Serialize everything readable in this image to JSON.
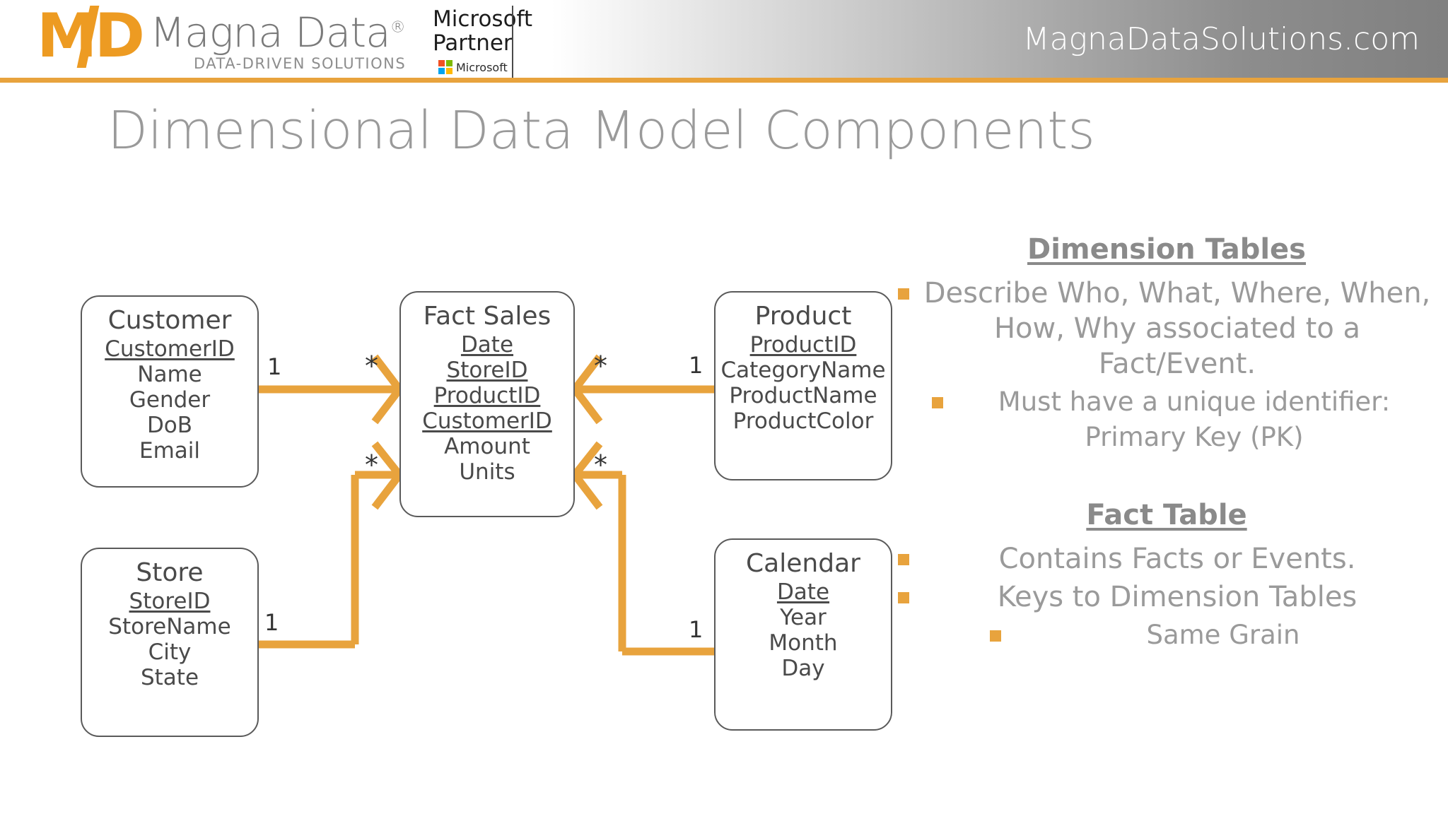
{
  "header": {
    "logo_mark": "MD",
    "brand_name": "Magna Data",
    "brand_reg": "®",
    "brand_tagline": "DATA-DRIVEN SOLUTIONS",
    "partner_line1": "Microsoft",
    "partner_line2": "Partner",
    "microsoft_word": "Microsoft",
    "site_url": "MagnaDataSolutions.com",
    "accent_color": "#e8a33d",
    "logo_color": "#ed9b22"
  },
  "title": "Dimensional Data Model Components",
  "diagram": {
    "entities": [
      {
        "id": "customer",
        "name": "Customer",
        "fields": [
          {
            "label": "CustomerID",
            "pk": true
          },
          {
            "label": "Name",
            "pk": false
          },
          {
            "label": "Gender",
            "pk": false
          },
          {
            "label": "DoB",
            "pk": false
          },
          {
            "label": "Email",
            "pk": false
          }
        ]
      },
      {
        "id": "fact-sales",
        "name": "Fact Sales",
        "fields": [
          {
            "label": "Date",
            "pk": true
          },
          {
            "label": "StoreID",
            "pk": true
          },
          {
            "label": "ProductID",
            "pk": true
          },
          {
            "label": "CustomerID",
            "pk": true
          },
          {
            "label": "Amount",
            "pk": false
          },
          {
            "label": "Units",
            "pk": false
          }
        ]
      },
      {
        "id": "product",
        "name": "Product",
        "fields": [
          {
            "label": "ProductID",
            "pk": true
          },
          {
            "label": "CategoryName",
            "pk": false
          },
          {
            "label": "ProductName",
            "pk": false
          },
          {
            "label": "ProductColor",
            "pk": false
          }
        ]
      },
      {
        "id": "store",
        "name": "Store",
        "fields": [
          {
            "label": "StoreID",
            "pk": true
          },
          {
            "label": "StoreName",
            "pk": false
          },
          {
            "label": "City",
            "pk": false
          },
          {
            "label": "State",
            "pk": false
          }
        ]
      },
      {
        "id": "calendar",
        "name": "Calendar",
        "fields": [
          {
            "label": "Date",
            "pk": true
          },
          {
            "label": "Year",
            "pk": false
          },
          {
            "label": "Month",
            "pk": false
          },
          {
            "label": "Day",
            "pk": false
          }
        ]
      }
    ],
    "cardinalities": [
      {
        "id": "customer-one",
        "label": "1"
      },
      {
        "id": "fact-many-left",
        "label": "*"
      },
      {
        "id": "fact-many-right-top",
        "label": "*"
      },
      {
        "id": "product-one",
        "label": "1"
      },
      {
        "id": "fact-many-left-bottom",
        "label": "*"
      },
      {
        "id": "fact-many-right-bottom",
        "label": "*"
      },
      {
        "id": "store-one",
        "label": "1"
      },
      {
        "id": "calendar-one",
        "label": "1"
      }
    ],
    "relationship_color": "#e8a33d",
    "entity_border_color": "#5a5a5a"
  },
  "notes": {
    "dimension": {
      "heading": "Dimension Tables",
      "bullets": [
        {
          "level": 1,
          "text": "Describe Who, What, Where, When, How, Why associated to a Fact/Event."
        },
        {
          "level": 2,
          "text": "Must have a unique identifier: Primary Key (PK)"
        }
      ]
    },
    "fact": {
      "heading": "Fact Table",
      "bullets": [
        {
          "level": 1,
          "text": "Contains Facts or Events."
        },
        {
          "level": 1,
          "text": "Keys to Dimension Tables"
        },
        {
          "level": 3,
          "text": "Same Grain"
        }
      ]
    },
    "bullet_color": "#e8a33d"
  }
}
